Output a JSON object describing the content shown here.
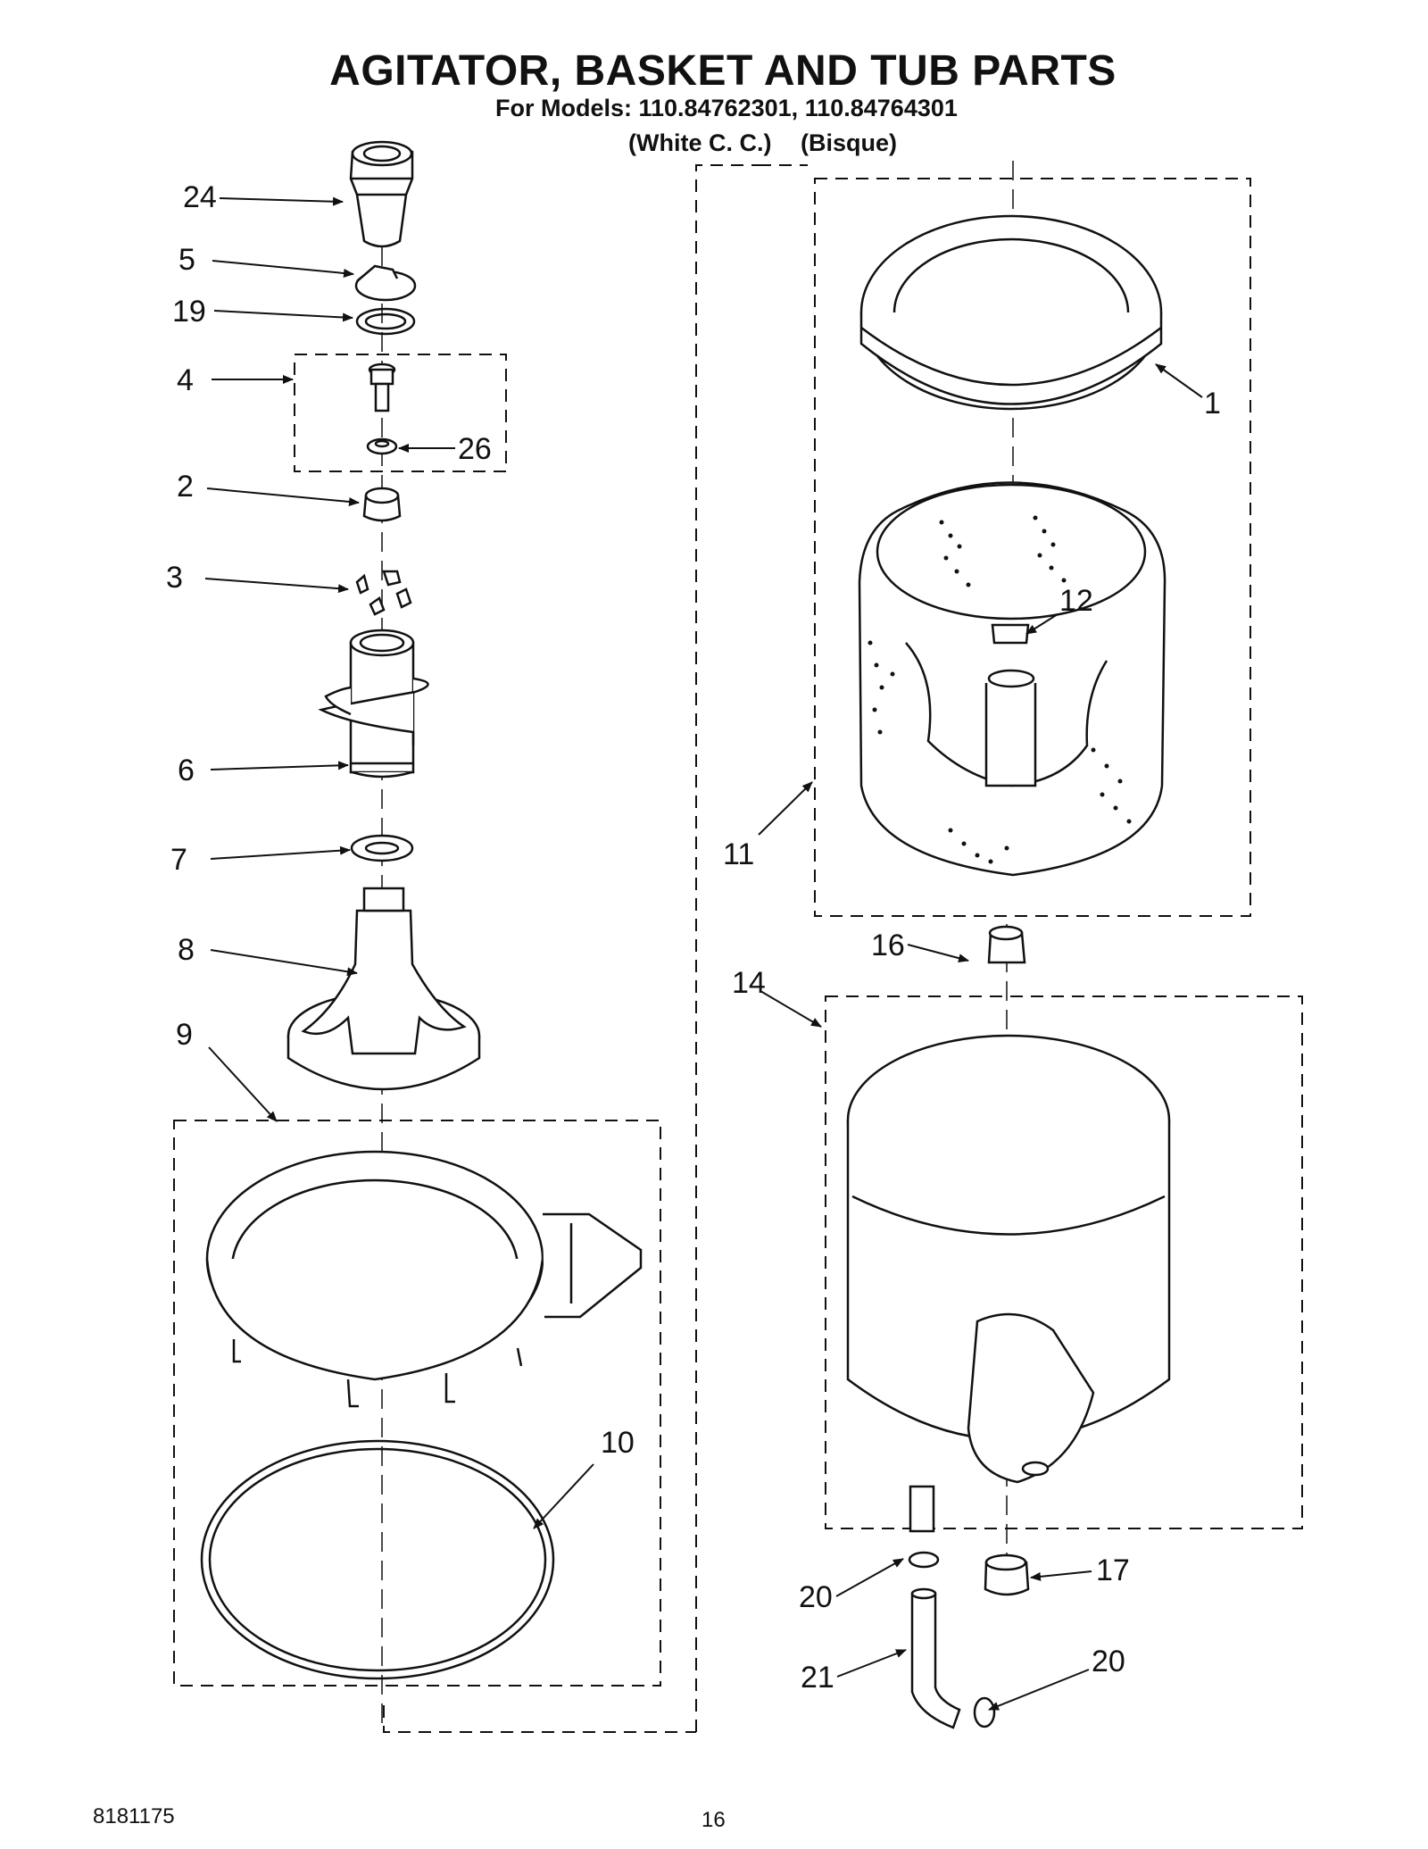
{
  "header": {
    "title": "AGITATOR, BASKET AND TUB PARTS",
    "models_line": "For Models: 110.84762301, 110.84764301",
    "variant_1": "(White C. C.)",
    "variant_2": "(Bisque)"
  },
  "callouts": {
    "c24": "24",
    "c5": "5",
    "c19": "19",
    "c4": "4",
    "c26": "26",
    "c2": "2",
    "c3": "3",
    "c6": "6",
    "c7": "7",
    "c8": "8",
    "c9": "9",
    "c10": "10",
    "c1": "1",
    "c12": "12",
    "c11": "11",
    "c16": "16",
    "c14": "14",
    "c17": "17",
    "c20a": "20",
    "c21": "21",
    "c20b": "20"
  },
  "footer": {
    "doc_number": "8181175",
    "page_number": "16"
  }
}
